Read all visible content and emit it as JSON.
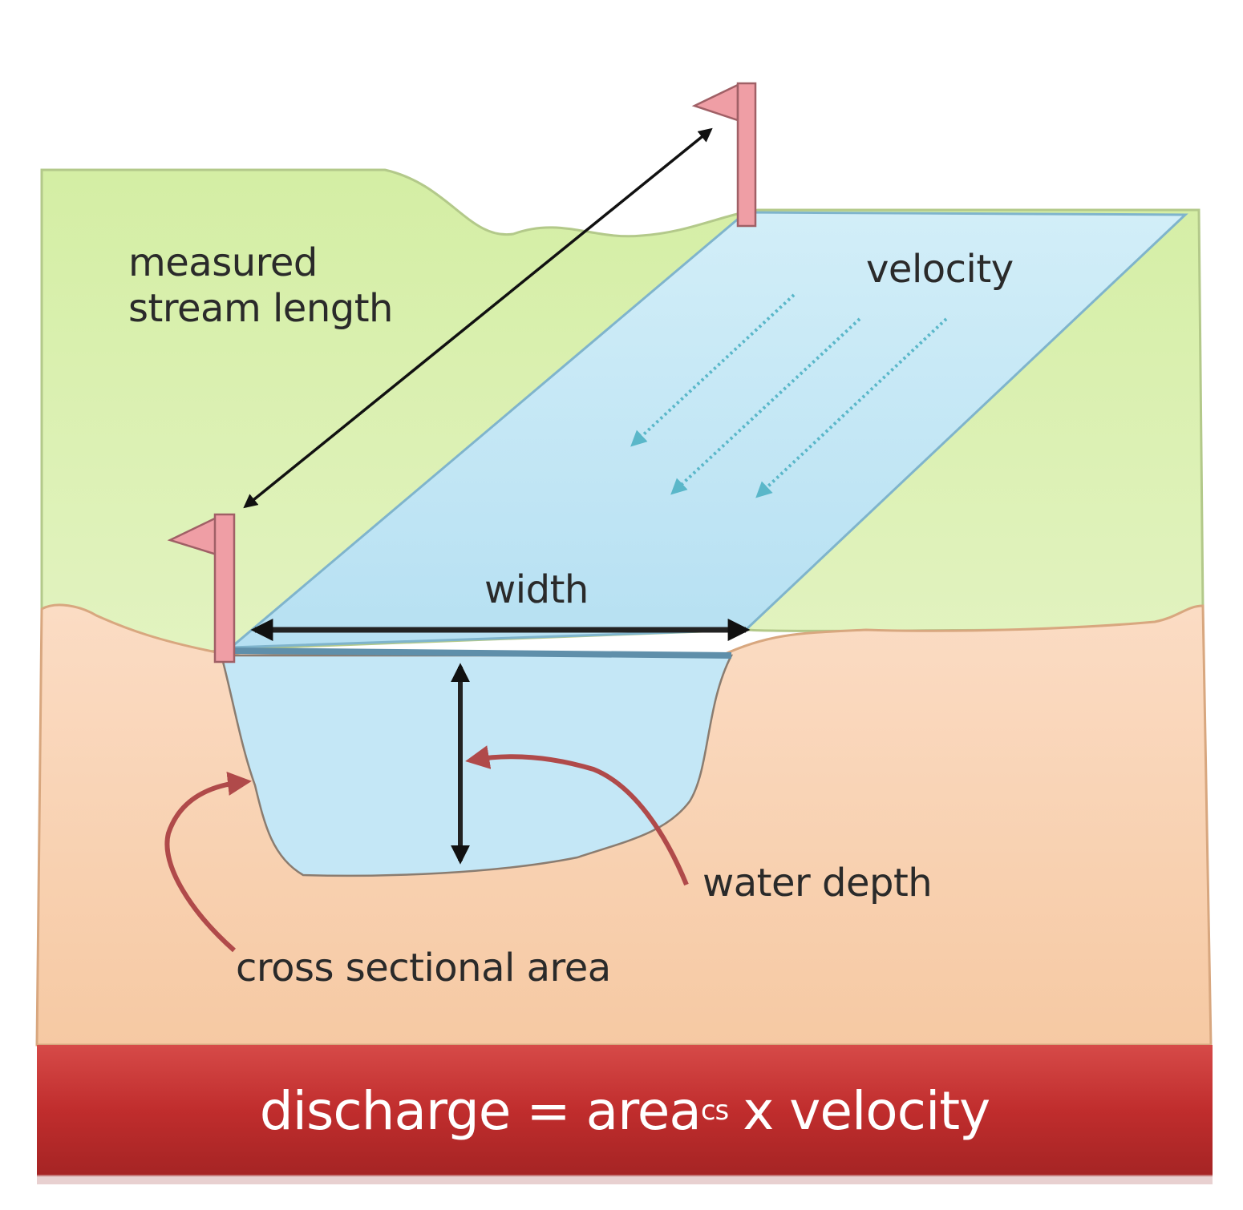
{
  "labels": {
    "stream_length_line1": "measured",
    "stream_length_line2": "stream length",
    "velocity": "velocity",
    "width": "width",
    "water_depth": "water depth",
    "cross_sectional_area": "cross sectional area"
  },
  "formula": {
    "lhs": "discharge = area",
    "subscript": "cs",
    "rhs": "x velocity"
  },
  "colors": {
    "grass": "#d6efa7",
    "soil": "#f7cfad",
    "water": "#bfe6f6",
    "flag": "#ef9ea5",
    "banner": "#c93434",
    "curve": "#b04a4a",
    "velocity_arrow": "#5ab7c9"
  }
}
